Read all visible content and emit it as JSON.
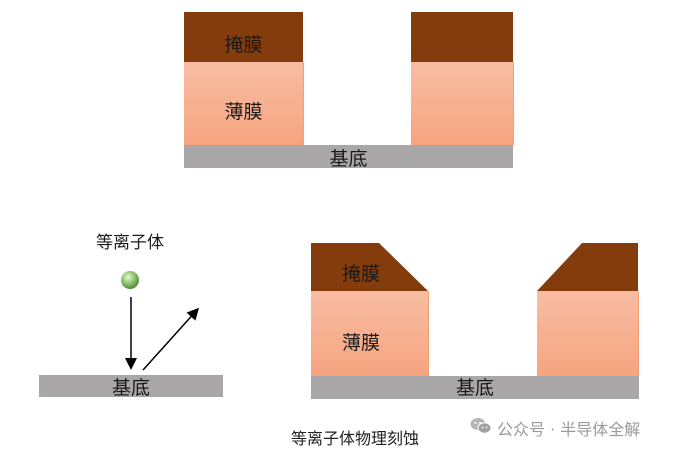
{
  "top_diagram": {
    "mask_label": "掩膜",
    "film_label": "薄膜",
    "substrate_label": "基底"
  },
  "plasma_diagram": {
    "title": "等离子体",
    "substrate_label": "基底"
  },
  "etched_diagram": {
    "mask_label": "掩膜",
    "film_label": "薄膜",
    "substrate_label": "基底"
  },
  "caption": "等离子体物理刻蚀",
  "watermark": {
    "icon": "wechat-icon",
    "text": "公众号 · 半导体全解"
  },
  "colors": {
    "mask": "#843c0c",
    "film_top": "#f8bda3",
    "film_bottom": "#f6a47f",
    "substrate": "#a9a7a7",
    "particle": "#8fc46f"
  }
}
